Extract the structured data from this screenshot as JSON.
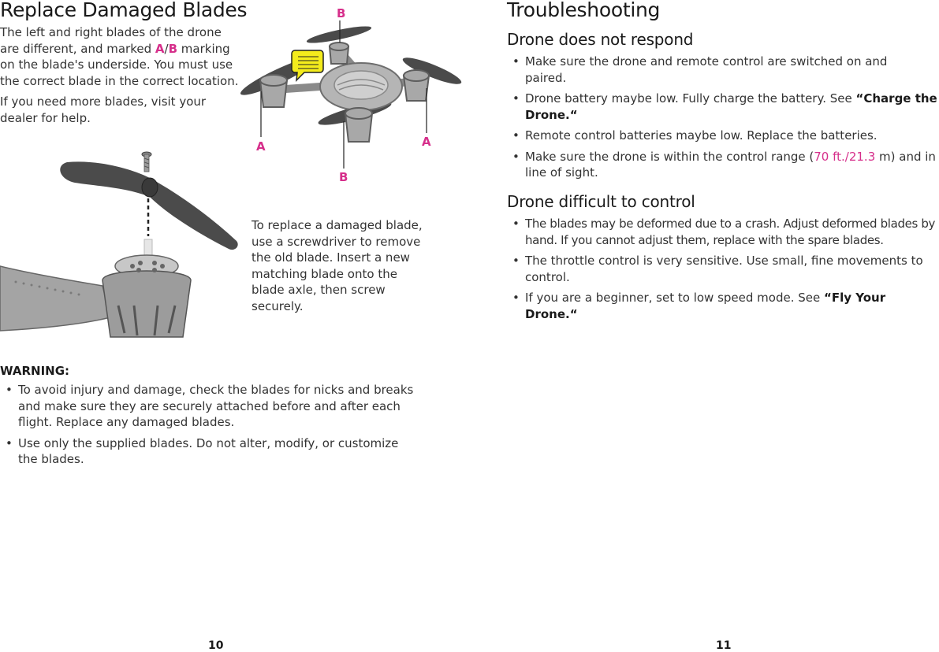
{
  "left": {
    "title": "Replace Damaged Blades",
    "intro": {
      "p1_prefix": "The left and right blades of the drone are different, and marked ",
      "mark_a": "A",
      "slash": "/",
      "mark_b": "B",
      "p1_suffix": " marking on the blade's underside. You must use the correct blade in the correct location.",
      "p2": "If you need more blades, visit your dealer for help."
    },
    "diagram_labels": {
      "b_top": "B",
      "a_left": "A",
      "a_right": "A",
      "b_bottom": "B"
    },
    "replace_text": "To replace a damaged blade, use a screwdriver to remove the old blade. Insert a new matching blade onto the blade axle, then screw securely.",
    "warning": {
      "heading": "WARNING:",
      "items": [
        "To avoid injury and damage, check the blades for nicks and breaks and make sure they are securely attached before and after each flight. Replace any damaged blades.",
        "Use only the supplied blades. Do not alter, modify, or customize the blades."
      ]
    },
    "page_number": "10"
  },
  "right": {
    "title": "Troubleshooting",
    "sections": [
      {
        "heading": "Drone does not respond",
        "items": [
          {
            "text": "Make sure the drone and remote control are switched on and paired."
          },
          {
            "text": "Drone battery maybe low. Fully charge the battery. See ",
            "ref": "“Charge the Drone.“"
          },
          {
            "text": "Remote control batteries maybe low. Replace the batteries."
          },
          {
            "pre": "Make sure the drone is within the control range (",
            "range": "70 ft./21.3",
            "post": " m) and in line of sight."
          }
        ]
      },
      {
        "heading": "Drone difficult to control",
        "items": [
          {
            "text": "The blades may be deformed due to a crash. Adjust deformed blades by hand. If you cannot adjust them, replace with the spare blades."
          },
          {
            "text": "The throttle control is very sensitive. Use small, fine movements to control."
          },
          {
            "text": "If you are a beginner, set to low speed mode. See ",
            "ref": "“Fly Your Drone.“"
          }
        ]
      }
    ],
    "page_number": "11"
  },
  "colors": {
    "accent": "#d62f8b",
    "speech_bubble": "#f4ec1c",
    "drone_gray": "#9a9a9a"
  }
}
